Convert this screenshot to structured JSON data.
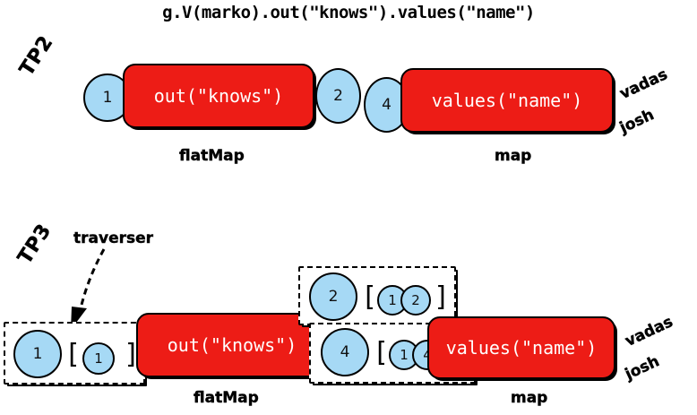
{
  "title": "g.V(marko).out(\"knows\").values(\"name\")",
  "rows": [
    {
      "name": "TP2",
      "row_label": "TP2",
      "steps": [
        {
          "label": "out(\"knows\")",
          "kind_label": "flatMap"
        },
        {
          "label": "values(\"name\")",
          "kind_label": "map"
        }
      ],
      "objects": [
        {
          "value": "1"
        },
        {
          "value": "2"
        },
        {
          "value": "4"
        }
      ],
      "results": [
        "vadas",
        "josh"
      ]
    },
    {
      "name": "TP3",
      "row_label": "TP3",
      "annotation": "traverser",
      "steps": [
        {
          "label": "out(\"knows\")",
          "kind_label": "flatMap"
        },
        {
          "label": "values(\"name\")",
          "kind_label": "map"
        }
      ],
      "traversers": [
        {
          "object": "1",
          "open": "[",
          "path": [
            "1"
          ],
          "close": "]"
        },
        {
          "object": "2",
          "open": "[",
          "path": [
            "1",
            "2"
          ],
          "close": "]"
        },
        {
          "object": "4",
          "open": "[",
          "path": [
            "1",
            "4"
          ],
          "close": "]"
        }
      ],
      "results": [
        "vadas",
        "josh"
      ]
    }
  ],
  "colors": {
    "step_fill": "#ED1C16",
    "object_fill": "#A6D9F5",
    "stroke": "#000000",
    "step_text": "#FFFFFF",
    "background": "#FFFFFF"
  }
}
